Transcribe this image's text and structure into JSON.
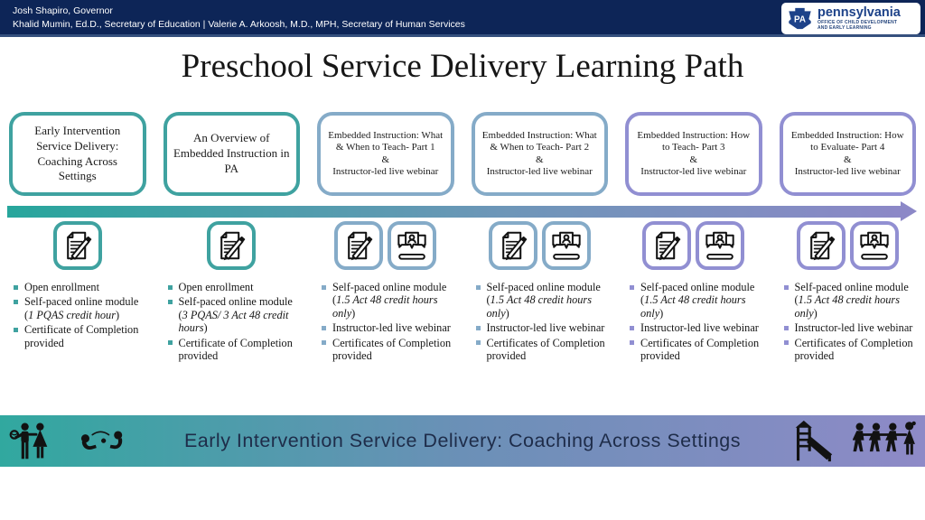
{
  "header": {
    "line1": "Josh Shapiro, Governor",
    "line2": "Khalid Mumin, Ed.D., Secretary of Education | Valerie A. Arkoosh, M.D., MPH, Secretary of Human Services",
    "logo": {
      "keystone_text": "PA",
      "brand": "pennsylvania",
      "office_line1": "OFFICE OF CHILD DEVELOPMENT",
      "office_line2": "AND EARLY LEARNING"
    }
  },
  "title": "Preschool Service Delivery Learning Path",
  "colors": {
    "header_navy": "#0d2557",
    "teal": "#3fa2a0",
    "blue": "#85abc8",
    "purple": "#918fd2",
    "arrow_start": "#27a69c",
    "arrow_end": "#8c88c7",
    "banner_text": "#1e2c49"
  },
  "columns": [
    {
      "theme": "teal",
      "box_lines": [
        "Early Intervention Service Delivery: Coaching Across Settings"
      ],
      "icons": [
        "self-paced-module-icon"
      ],
      "bullets": [
        [
          {
            "t": "Open enrollment"
          }
        ],
        [
          {
            "t": "Self-paced online module ("
          },
          {
            "t": "1 PQAS credit hour",
            "i": true
          },
          {
            "t": ")"
          }
        ],
        [
          {
            "t": "Certificate of Completion provided"
          }
        ]
      ]
    },
    {
      "theme": "teal",
      "box_lines": [
        "An Overview of Embedded Instruction in PA"
      ],
      "icons": [
        "self-paced-module-icon"
      ],
      "bullets": [
        [
          {
            "t": "Open enrollment"
          }
        ],
        [
          {
            "t": "Self-paced online module ("
          },
          {
            "t": "3 PQAS/ 3 Act 48 credit hours",
            "i": true
          },
          {
            "t": ")"
          }
        ],
        [
          {
            "t": "Certificate of Completion provided"
          }
        ]
      ]
    },
    {
      "theme": "blue",
      "box_lines": [
        "Embedded Instruction: What & When to Teach- Part 1",
        "&",
        "Instructor-led live webinar"
      ],
      "icons": [
        "self-paced-module-icon",
        "webinar-icon"
      ],
      "bullets": [
        [
          {
            "t": "Self-paced online module ("
          },
          {
            "t": "1.5 Act 48 credit hours only",
            "i": true
          },
          {
            "t": ")"
          }
        ],
        [
          {
            "t": "Instructor-led live webinar"
          }
        ],
        [
          {
            "t": "Certificates of Completion provided"
          }
        ]
      ]
    },
    {
      "theme": "blue",
      "box_lines": [
        "Embedded Instruction: What & When to Teach- Part 2",
        "&",
        "Instructor-led live webinar"
      ],
      "icons": [
        "self-paced-module-icon",
        "webinar-icon"
      ],
      "bullets": [
        [
          {
            "t": "Self-paced online module ("
          },
          {
            "t": "1.5 Act 48 credit hours only",
            "i": true
          },
          {
            "t": ")"
          }
        ],
        [
          {
            "t": "Instructor-led live webinar"
          }
        ],
        [
          {
            "t": "Certificates of Completion provided"
          }
        ]
      ]
    },
    {
      "theme": "purple",
      "box_lines": [
        "Embedded Instruction: How to Teach- Part 3",
        "&",
        "Instructor-led live webinar"
      ],
      "icons": [
        "self-paced-module-icon",
        "webinar-icon"
      ],
      "bullets": [
        [
          {
            "t": "Self-paced online module ("
          },
          {
            "t": "1.5 Act 48 credit hours only",
            "i": true
          },
          {
            "t": ")"
          }
        ],
        [
          {
            "t": "Instructor-led live webinar"
          }
        ],
        [
          {
            "t": "Certificates of Completion provided"
          }
        ]
      ]
    },
    {
      "theme": "purple",
      "box_lines": [
        "Embedded Instruction: How to Evaluate- Part 4",
        "&",
        "Instructor-led live webinar"
      ],
      "icons": [
        "self-paced-module-icon",
        "webinar-icon"
      ],
      "bullets": [
        [
          {
            "t": "Self-paced online module ("
          },
          {
            "t": "1.5 Act 48 credit hours only",
            "i": true
          },
          {
            "t": ")"
          }
        ],
        [
          {
            "t": "Instructor-led live webinar"
          }
        ],
        [
          {
            "t": "Certificates of Completion provided"
          }
        ]
      ]
    }
  ],
  "banner": {
    "text": "Early Intervention Service Delivery: Coaching Across Settings",
    "left_icons": [
      "family-icon",
      "toddlers-ball-icon"
    ],
    "right_icons": [
      "playground-slide-icon",
      "children-walking-icon"
    ]
  }
}
